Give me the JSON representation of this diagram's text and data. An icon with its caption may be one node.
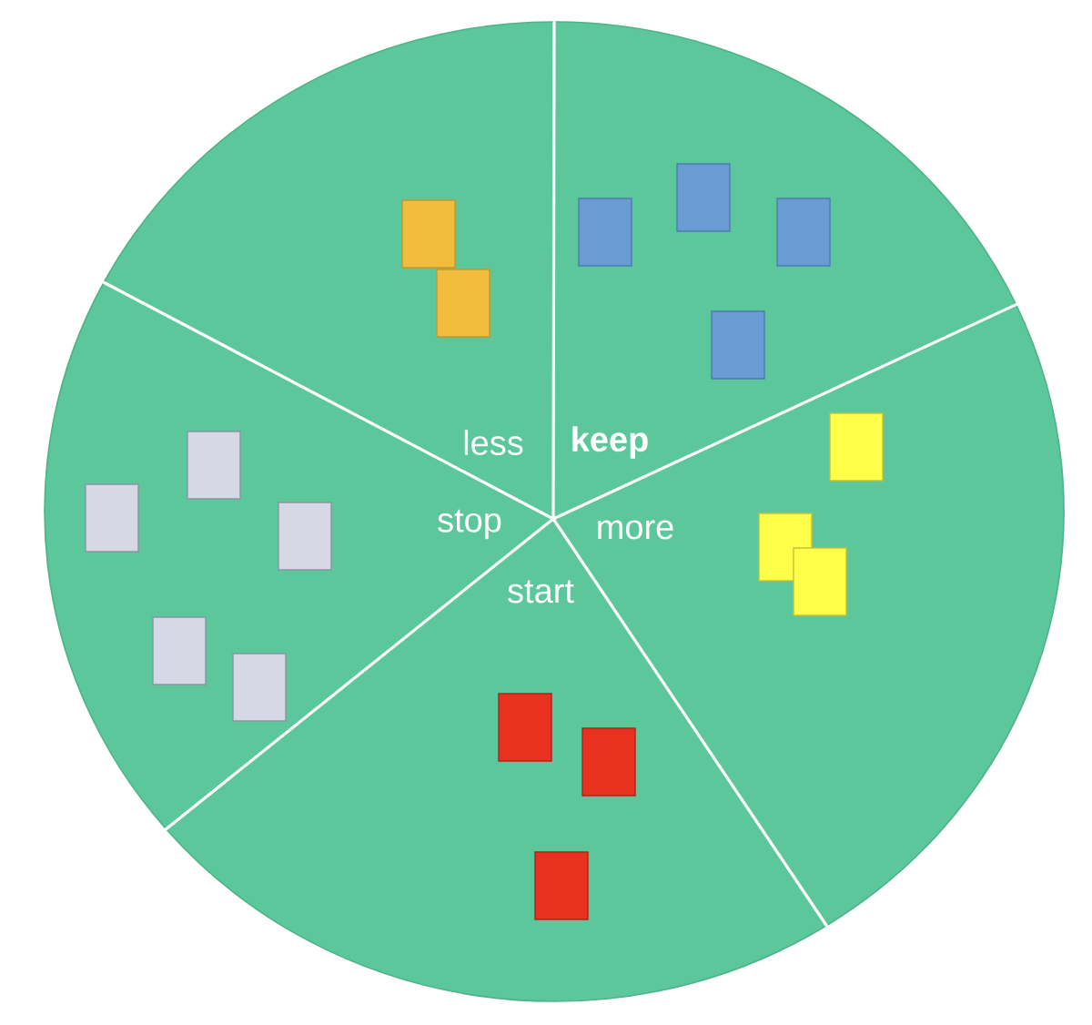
{
  "diagram": {
    "nodes": [
      {
        "text": [
          "less"
        ]
      },
      {
        "text": [
          "keep"
        ]
      },
      {
        "text": [
          "stop"
        ]
      },
      {
        "text": [
          "more"
        ]
      },
      {
        "text": [
          "start"
        ]
      },
      {
        "text": [],
        "shape": "box",
        "in": 0
      },
      {
        "text": [],
        "shape": "box",
        "in": 0
      },
      {
        "text": [],
        "shape": "box",
        "in": 1
      },
      {
        "text": [],
        "shape": "box",
        "in": 1
      },
      {
        "text": [],
        "shape": "box",
        "in": 1
      },
      {
        "text": [],
        "shape": "box",
        "in": 1
      },
      {
        "text": [],
        "shape": "box",
        "in": 2
      },
      {
        "text": [],
        "shape": "box",
        "in": 2
      },
      {
        "text": [],
        "shape": "box",
        "in": 2
      },
      {
        "text": [],
        "shape": "box",
        "in": 2
      },
      {
        "text": [],
        "shape": "box",
        "in": 2
      },
      {
        "text": [],
        "shape": "box",
        "in": 3
      },
      {
        "text": [],
        "shape": "box",
        "in": 3
      },
      {
        "text": [],
        "shape": "box",
        "in": 3
      },
      {
        "text": [],
        "shape": "box",
        "in": 4
      },
      {
        "text": [],
        "shape": "box",
        "in": 4
      },
      {
        "text": [],
        "shape": "box",
        "in": 4
      }
    ]
  }
}
